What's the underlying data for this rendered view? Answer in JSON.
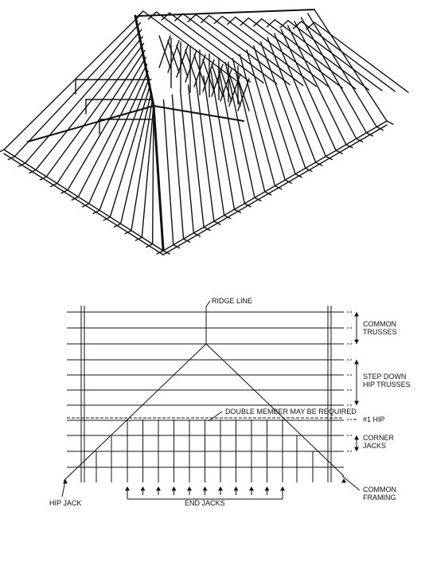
{
  "plan_labels": {
    "ridge_line": "RIDGE LINE",
    "common_trusses_1": "COMMON",
    "common_trusses_2": "TRUSSES",
    "step_down_1": "STEP DOWN",
    "step_down_2": "HIP TRUSSES",
    "double_member": "DOUBLE MEMBER MAY BE REQUIRED",
    "hip_1": "#1 HIP",
    "corner_jacks_1": "CORNER",
    "corner_jacks_2": "JACKS",
    "common_framing_1": "COMMON",
    "common_framing_2": "FRAMING",
    "hip_jack": "HIP JACK",
    "end_jacks": "END JACKS"
  },
  "colors": {
    "line": "#111111",
    "background": "#ffffff"
  },
  "diagram": {
    "common_truss_count": 3,
    "step_down_truss_count": 4,
    "end_jack_count": 11
  }
}
